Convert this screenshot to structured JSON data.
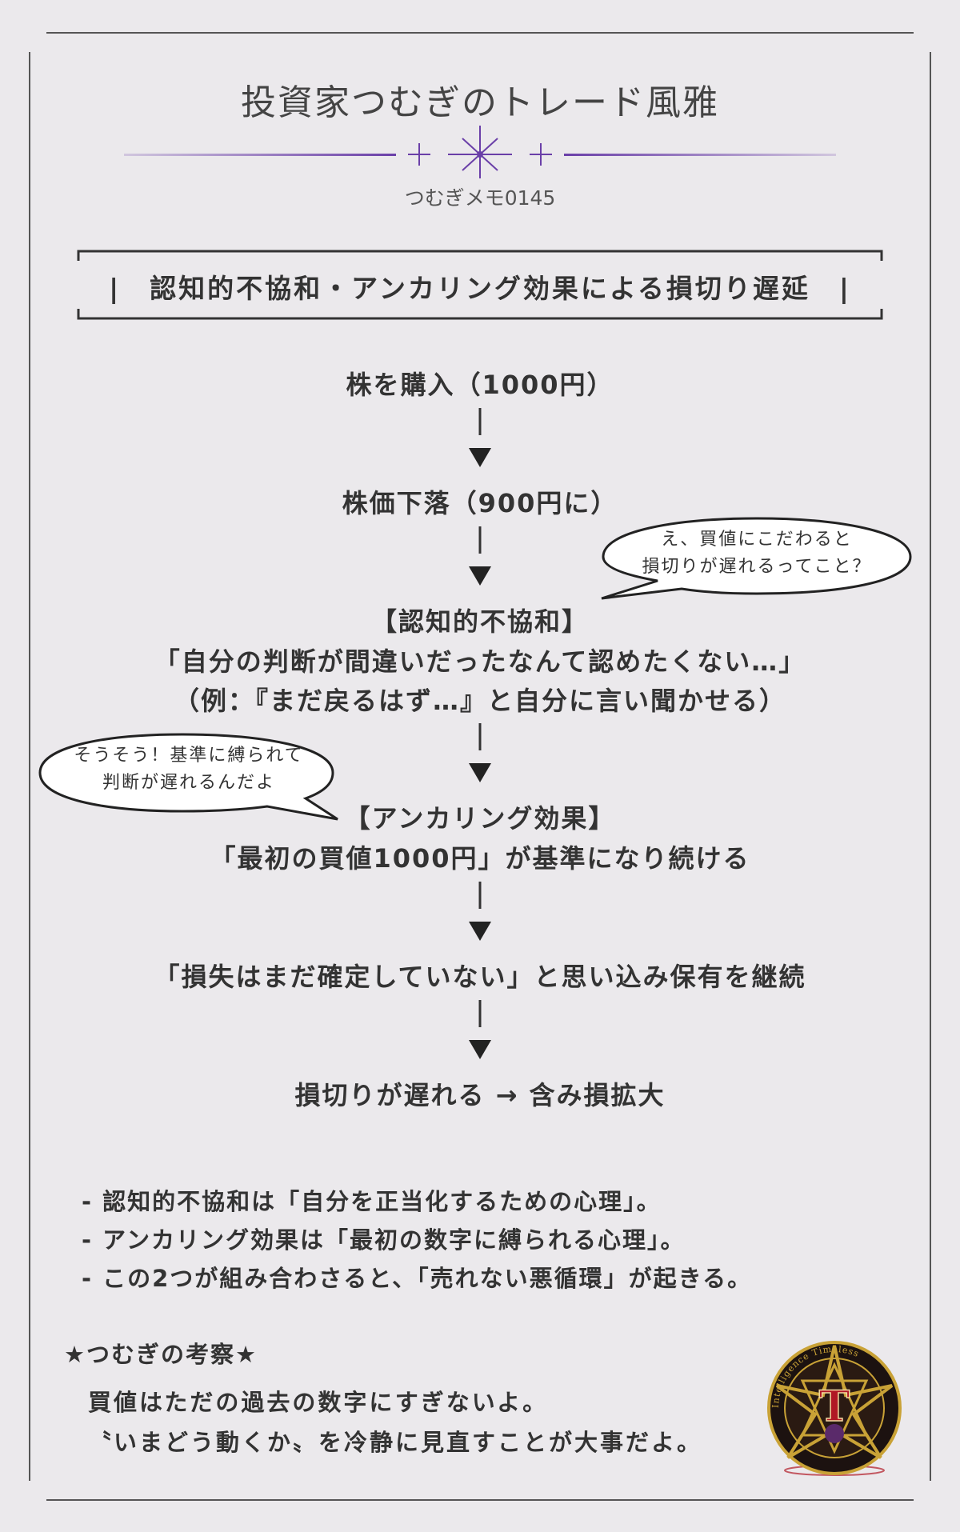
{
  "header": {
    "title": "投資家つむぎのトレード風雅",
    "memo": "つむぎメモ0145"
  },
  "heading": "|　認知的不協和・アンカリング効果による損切り遅延　|",
  "flow": {
    "step1": "株を購入（1000円）",
    "step2": "株価下落（900円に）",
    "step3_title": "【認知的不協和】",
    "step3_quote": "「自分の判断が間違いだったなんて認めたくない…」",
    "step3_example": "（例：『まだ戻るはず…』と自分に言い聞かせる）",
    "step4_title": "【アンカリング効果】",
    "step4_quote": "「最初の買値1000円」が基準になり続ける",
    "step5": "「損失はまだ確定していない」と思い込み保有を継続",
    "step6": "損切りが遅れる → 含み損拡大"
  },
  "bubbles": {
    "right_line1": "え、買値にこだわると",
    "right_line2": "損切りが遅れるってこと？",
    "left_line1": "そうそう！基準に縛られて",
    "left_line2": "判断が遅れるんだよ"
  },
  "points": [
    "- 認知的不協和は「自分を正当化するための心理」。",
    "- アンカリング効果は「最初の数字に縛られる心理」。",
    "- この2つが組み合わさると、「売れない悪循環」が起きる。"
  ],
  "consideration": {
    "title": "★つむぎの考察★",
    "line1": "買値はただの過去の数字にすぎないよ。",
    "line2": "〝いまどう動くか〟を冷静に見直すことが大事だよ。"
  },
  "emblem": {
    "letter": "T",
    "ring_text": "Intelligence Timeless"
  },
  "colors": {
    "background": "#ebe9ec",
    "ornament_purple": "#6a3fa8",
    "emblem_gold": "#c9a236",
    "emblem_red": "#b01825"
  }
}
